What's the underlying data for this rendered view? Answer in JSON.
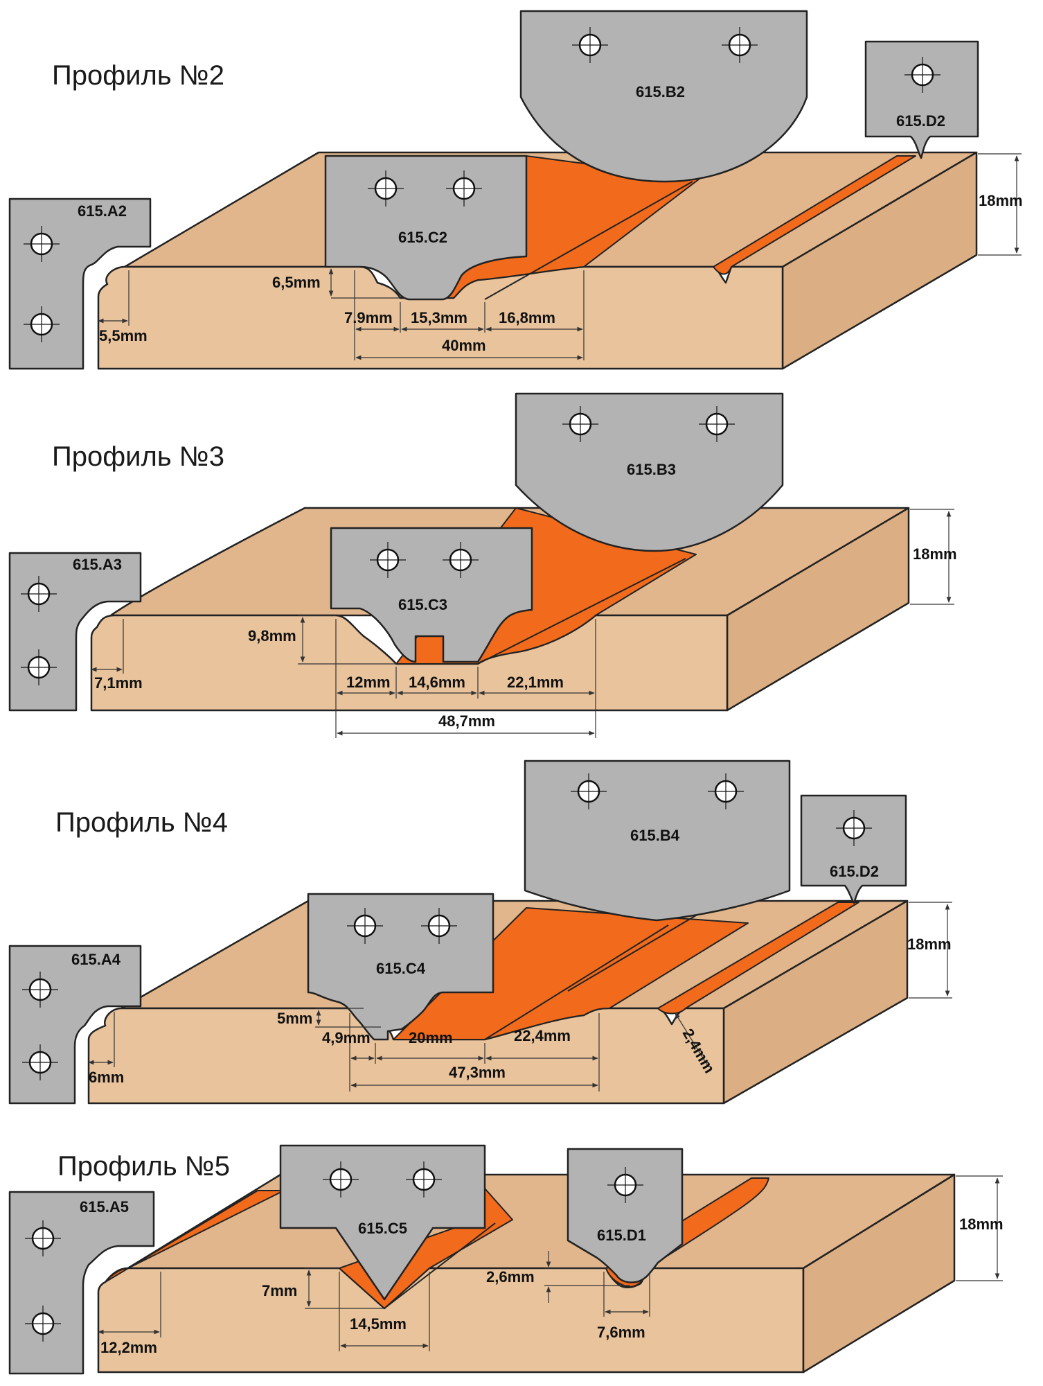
{
  "profiles": [
    {
      "title": "Профиль №2",
      "knives": {
        "a": "615.A2",
        "b": "615.B2",
        "c": "615.C2",
        "d": "615.D2"
      },
      "dims": {
        "thickness": "18mm",
        "edge": "5,5mm",
        "depth": "6,5mm",
        "w1": "7.9mm",
        "w2": "15,3mm",
        "w3": "16,8mm",
        "total": "40mm"
      }
    },
    {
      "title": "Профиль №3",
      "knives": {
        "a": "615.A3",
        "b": "615.B3",
        "c": "615.C3"
      },
      "dims": {
        "thickness": "18mm",
        "edge": "7,1mm",
        "depth": "9,8mm",
        "w1": "12mm",
        "w2": "14,6mm",
        "w3": "22,1mm",
        "total": "48,7mm"
      }
    },
    {
      "title": "Профиль №4",
      "knives": {
        "a": "615.A4",
        "b": "615.B4",
        "c": "615.C4",
        "d": "615.D2"
      },
      "dims": {
        "thickness": "18mm",
        "edge": "6mm",
        "depth": "5mm",
        "w1": "4,9mm",
        "w2": "20mm",
        "w3": "22,4mm",
        "total": "47,3mm",
        "groove": "2,4mm"
      }
    },
    {
      "title": "Профиль №5",
      "knives": {
        "a": "615.A5",
        "c": "615.C5",
        "d": "615.D1"
      },
      "dims": {
        "thickness": "18mm",
        "edge": "12,2mm",
        "depth": "7mm",
        "width": "14,5mm",
        "groove_depth": "2,6mm",
        "groove_width": "7,6mm"
      }
    }
  ]
}
